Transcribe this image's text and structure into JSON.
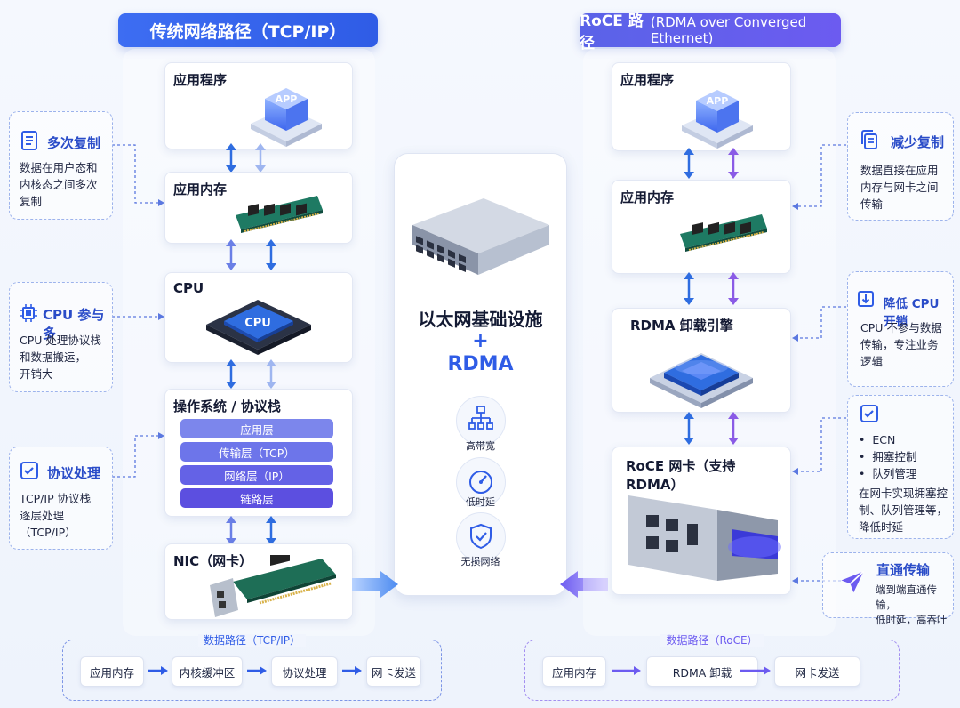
{
  "left_title": "传统网络路径（TCP/IP）",
  "right_title_strong": "RoCE 路径",
  "right_title_rest": "(RDMA over Converged Ethernet)",
  "left": {
    "app": "应用程序",
    "app_chip": "APP",
    "memory": "应用内存",
    "cpu": "CPU",
    "cpu_chip": "CPU",
    "os_stack": "操作系统 / 协议栈",
    "layers": [
      "应用层",
      "传输层（TCP）",
      "网络层（IP）",
      "链路层"
    ],
    "nic": "NIC（网卡）"
  },
  "right": {
    "app": "应用程序",
    "app_chip": "APP",
    "memory": "应用内存",
    "engine": "RDMA 卸载引擎",
    "nic": "RoCE 网卡（支持 RDMA）"
  },
  "center": {
    "title_line1": "以太网基础设施",
    "plus": "+",
    "title_line2": "RDMA",
    "features": [
      "高带宽",
      "低时延",
      "无损网络"
    ]
  },
  "left_notes": [
    {
      "title": "多次复制",
      "lines": [
        "数据在用户态和",
        "内核态之间多次",
        "复制"
      ]
    },
    {
      "title": "CPU 参与多",
      "lines": [
        "CPU 处理协议栈",
        "和数据搬运，",
        "开销大"
      ]
    },
    {
      "title": "协议处理",
      "lines": [
        "TCP/IP 协议栈",
        "逐层处理",
        "（TCP/IP）"
      ]
    }
  ],
  "right_notes": [
    {
      "title": "减少复制",
      "lines": [
        "数据直接在应用",
        "内存与网卡之间",
        "传输"
      ]
    },
    {
      "title": "降低 CPU 开销",
      "lines": [
        "CPU 不参与数据",
        "传输，专注业务",
        "逻辑"
      ]
    },
    {
      "bullets": [
        "ECN",
        "拥塞控制",
        "队列管理"
      ],
      "lines": [
        "在网卡实现拥塞控",
        "制、队列管理等，",
        "降低时延"
      ]
    },
    {
      "title": "直通传输",
      "lines": [
        "端到端直通传输，",
        "低时延，高吞吐"
      ]
    }
  ],
  "flow_left": {
    "title": "数据路径（TCP/IP）",
    "steps": [
      "应用内存",
      "内核缓冲区",
      "协议处理",
      "网卡发送"
    ]
  },
  "flow_right": {
    "title": "数据路径（RoCE）",
    "steps": [
      "应用内存",
      "RDMA 卸载",
      "网卡发送"
    ]
  },
  "colors": {
    "blue": "#2f5ce6",
    "purple": "#6c5bf0",
    "left_arrow": "#2f6de0",
    "right_arrow": "#8a5be6"
  }
}
